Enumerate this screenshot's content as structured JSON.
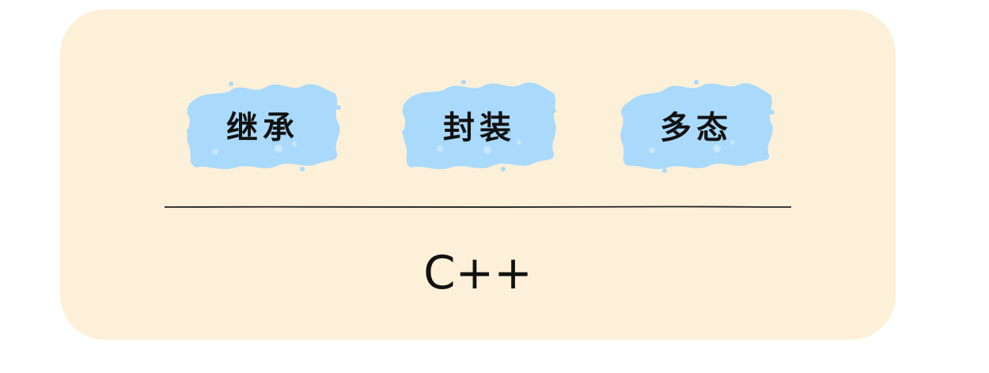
{
  "concepts": [
    {
      "label": "继承"
    },
    {
      "label": "封装"
    },
    {
      "label": "多态"
    }
  ],
  "platform": {
    "label": "C++"
  },
  "colors": {
    "panel": "#fdf0d9",
    "splash": "#a9dafb",
    "text": "#111111",
    "divider": "#222222"
  }
}
